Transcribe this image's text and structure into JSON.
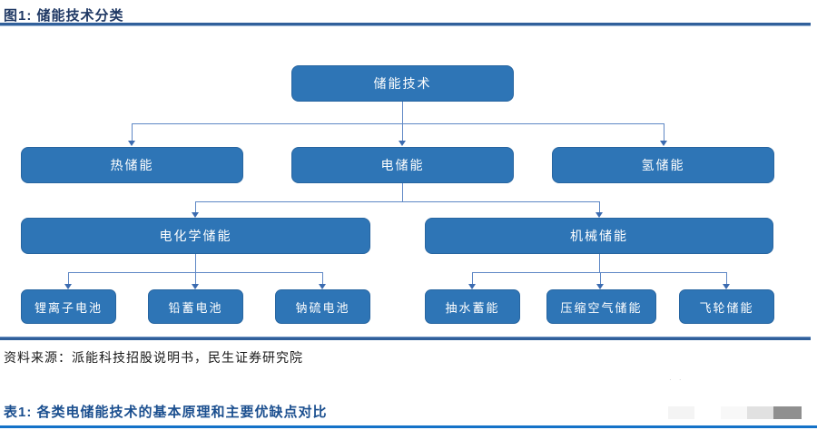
{
  "figure_title": "图1: 储能技术分类",
  "table_title": "表1: 各类电储能技术的基本原理和主要优缺点对比",
  "source_note": "资料来源：派能科技招股说明书，民生证券研究院",
  "nodes": {
    "root": "储能技术",
    "thermal": "热储能",
    "electrical": "电储能",
    "hydrogen": "氢储能",
    "electrochemical": "电化学储能",
    "mechanical": "机械储能",
    "lithium_ion": "锂离子电池",
    "lead_acid": "铅蓄电池",
    "sodium_sulfur": "钠硫电池",
    "pumped_hydro": "抽水蓄能",
    "compressed_air": "压缩空气储能",
    "flywheel": "飞轮储能"
  },
  "watermark_dots": "· ·",
  "colors": {
    "node_fill": "#2E75B6",
    "node_border": "#2765A0",
    "connector_line": "#5E87C5",
    "arrowhead": "#3B6BB0",
    "figure_title_text": "#1F3864",
    "table_title_text": "#1B4F8F",
    "heading_rule_navy": "#31609B",
    "bottom_rule_blue": "#1472C8",
    "source_text": "#1a1a1a"
  }
}
